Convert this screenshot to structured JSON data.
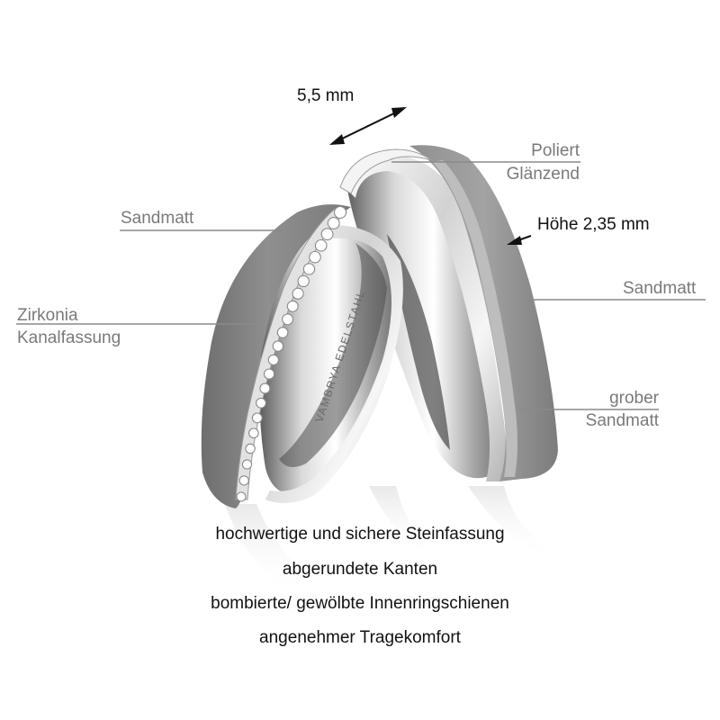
{
  "dimensions": {
    "width_label": "5,5 mm",
    "height_label": "Höhe 2,35 mm"
  },
  "labels": {
    "poliert": "Poliert",
    "glaenzend": "Glänzend",
    "sandmatt_left": "Sandmatt",
    "zirkonia": "Zirkonia",
    "kanalfassung": "Kanalfassung",
    "sandmatt_right": "Sandmatt",
    "grober": "grober",
    "sandmatt_grob": "Sandmatt"
  },
  "engraving": "VAMBRYA EDELSTAHL",
  "features": [
    "hochwertige und sichere Steinfassung",
    "abgerundete Kanten",
    "bombierte/ gewölbte Innenringschienen",
    "angenehmer Tragekomfort"
  ],
  "colors": {
    "label_gray": "#7a7a7a",
    "line_gray": "#8a8a8a",
    "text_dark": "#111111",
    "matte_metal": "#8d8d8d",
    "polished_metal": "#e8e8e8"
  }
}
